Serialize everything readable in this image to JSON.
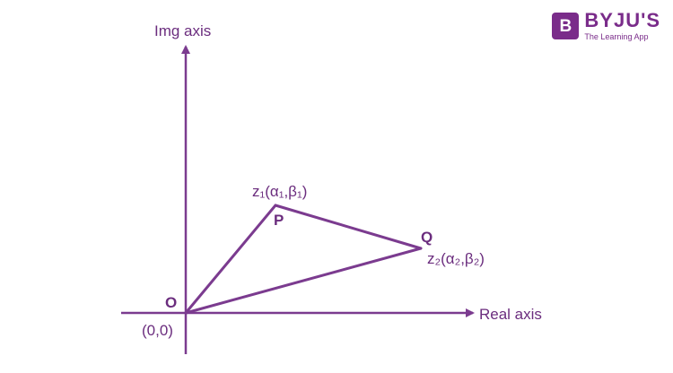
{
  "diagram": {
    "axis_labels": {
      "imaginary": "Img axis",
      "real": "Real axis"
    },
    "origin": {
      "name": "O",
      "coords": "(0,0)"
    },
    "points": {
      "P": {
        "name": "P",
        "label": "z₁(α₁,β₁)"
      },
      "Q": {
        "name": "Q",
        "label": "z₂(α₂,β₂)"
      }
    }
  },
  "branding": {
    "logo_mark": "B",
    "name": "BYJU'S",
    "tagline": "The Learning App",
    "color": "#7a2c8a"
  },
  "colors": {
    "stroke": "#7b3b8f",
    "text": "#6b2d7e"
  }
}
